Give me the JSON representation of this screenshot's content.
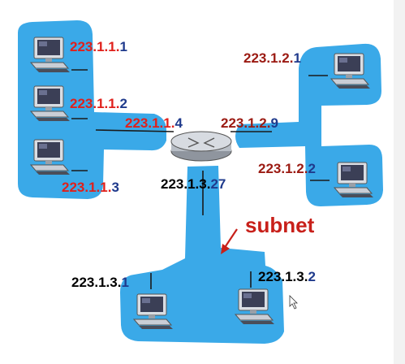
{
  "colors": {
    "subnet_fill": "#3aa9e8",
    "prefix_red": "#e0201b",
    "prefix_dark_red": "#9b1a12",
    "host_blue": "#1f3a8c",
    "black": "#000000",
    "subnet_text": "#c8201a"
  },
  "subnet_label": "subnet",
  "hosts": {
    "h1": {
      "prefix": "223.1.1.",
      "suffix": "1"
    },
    "h2": {
      "prefix": "223.1.1.",
      "suffix": "2"
    },
    "h3": {
      "prefix": "223.1.1.",
      "suffix": "3"
    },
    "r1": {
      "prefix": "223.1.1.",
      "suffix": "4"
    },
    "r2": {
      "prefix": "223.1.2.",
      "suffix": "9"
    },
    "h4": {
      "prefix": "223.1.2.",
      "suffix": "1"
    },
    "h5": {
      "prefix": "223.1.2.",
      "suffix": "2"
    },
    "r3": {
      "prefix": "223.1.3.",
      "suffix": "27"
    },
    "h6": {
      "prefix": "223.1.3.",
      "suffix": "1"
    },
    "h7": {
      "prefix": "223.1.3.",
      "suffix": "2"
    }
  },
  "icons": {
    "computer": "computer-icon",
    "router": "router-icon",
    "arrow": "pointer-arrow-icon",
    "cursor": "mouse-cursor-icon"
  }
}
